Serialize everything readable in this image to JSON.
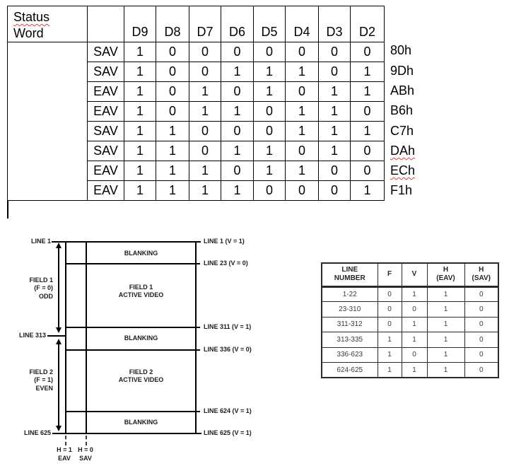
{
  "colors": {
    "squiggle_red": "#e23b32",
    "table_ink": "#000000",
    "diagram_ink": "#1c1c1c"
  },
  "status_table": {
    "header": {
      "line1": "Status",
      "line2": "Word"
    },
    "bit_columns": [
      "D9",
      "D8",
      "D7",
      "D6",
      "D5",
      "D4",
      "D3",
      "D2"
    ],
    "rows": [
      {
        "label": "SAV",
        "bits": [
          "1",
          "0",
          "0",
          "0",
          "0",
          "0",
          "0",
          "0"
        ],
        "hex": "80h"
      },
      {
        "label": "SAV",
        "bits": [
          "1",
          "0",
          "0",
          "1",
          "1",
          "1",
          "0",
          "1"
        ],
        "hex": "9Dh"
      },
      {
        "label": "EAV",
        "bits": [
          "1",
          "0",
          "1",
          "0",
          "1",
          "0",
          "1",
          "1"
        ],
        "hex": "ABh"
      },
      {
        "label": "EAV",
        "bits": [
          "1",
          "0",
          "1",
          "1",
          "0",
          "1",
          "1",
          "0"
        ],
        "hex": "B6h"
      },
      {
        "label": "SAV",
        "bits": [
          "1",
          "1",
          "0",
          "0",
          "0",
          "1",
          "1",
          "1"
        ],
        "hex": "C7h"
      },
      {
        "label": "SAV",
        "bits": [
          "1",
          "1",
          "0",
          "1",
          "1",
          "0",
          "1",
          "0"
        ],
        "hex": "DAh"
      },
      {
        "label": "EAV",
        "bits": [
          "1",
          "1",
          "1",
          "0",
          "1",
          "1",
          "0",
          "0"
        ],
        "hex": "ECh"
      },
      {
        "label": "EAV",
        "bits": [
          "1",
          "1",
          "1",
          "1",
          "0",
          "0",
          "0",
          "1"
        ],
        "hex": "F1h"
      }
    ]
  },
  "field_diagram": {
    "left": {
      "line1": "LINE 1",
      "field1": {
        "l1": "FIELD 1",
        "l2": "(F = 0)",
        "l3": "ODD"
      },
      "line313": "LINE 313",
      "field2": {
        "l1": "FIELD 2",
        "l2": "(F = 1)",
        "l3": "EVEN"
      },
      "line625": "LINE 625"
    },
    "bands": {
      "blanking1": "BLANKING",
      "field1_l1": "FIELD 1",
      "field1_l2": "ACTIVE VIDEO",
      "blanking2": "BLANKING",
      "field2_l1": "FIELD 2",
      "field2_l2": "ACTIVE VIDEO",
      "blanking3": "BLANKING"
    },
    "right": [
      "LINE 1 (V = 1)",
      "LINE 23 (V = 0)",
      "LINE 311 (V = 1)",
      "LINE 336 (V = 0)",
      "LINE 624 (V = 1)",
      "LINE 625 (V = 1)"
    ],
    "bottom": {
      "h1": "H = 1",
      "eav": "EAV",
      "h0": "H = 0",
      "sav": "SAV"
    }
  },
  "line_table": {
    "headers": {
      "col1": {
        "l1": "LINE",
        "l2": "NUMBER"
      },
      "col2": {
        "l1": "F"
      },
      "col3": {
        "l1": "V"
      },
      "col4": {
        "l1": "H",
        "l2": "(EAV)"
      },
      "col5": {
        "l1": "H",
        "l2": "(SAV)"
      }
    },
    "rows": [
      {
        "range": "1-22",
        "f": "0",
        "v": "1",
        "h_eav": "1",
        "h_sav": "0"
      },
      {
        "range": "23-310",
        "f": "0",
        "v": "0",
        "h_eav": "1",
        "h_sav": "0"
      },
      {
        "range": "311-312",
        "f": "0",
        "v": "1",
        "h_eav": "1",
        "h_sav": "0"
      },
      {
        "range": "313-335",
        "f": "1",
        "v": "1",
        "h_eav": "1",
        "h_sav": "0"
      },
      {
        "range": "336-623",
        "f": "1",
        "v": "0",
        "h_eav": "1",
        "h_sav": "0"
      },
      {
        "range": "624-625",
        "f": "1",
        "v": "1",
        "h_eav": "1",
        "h_sav": "0"
      }
    ]
  }
}
